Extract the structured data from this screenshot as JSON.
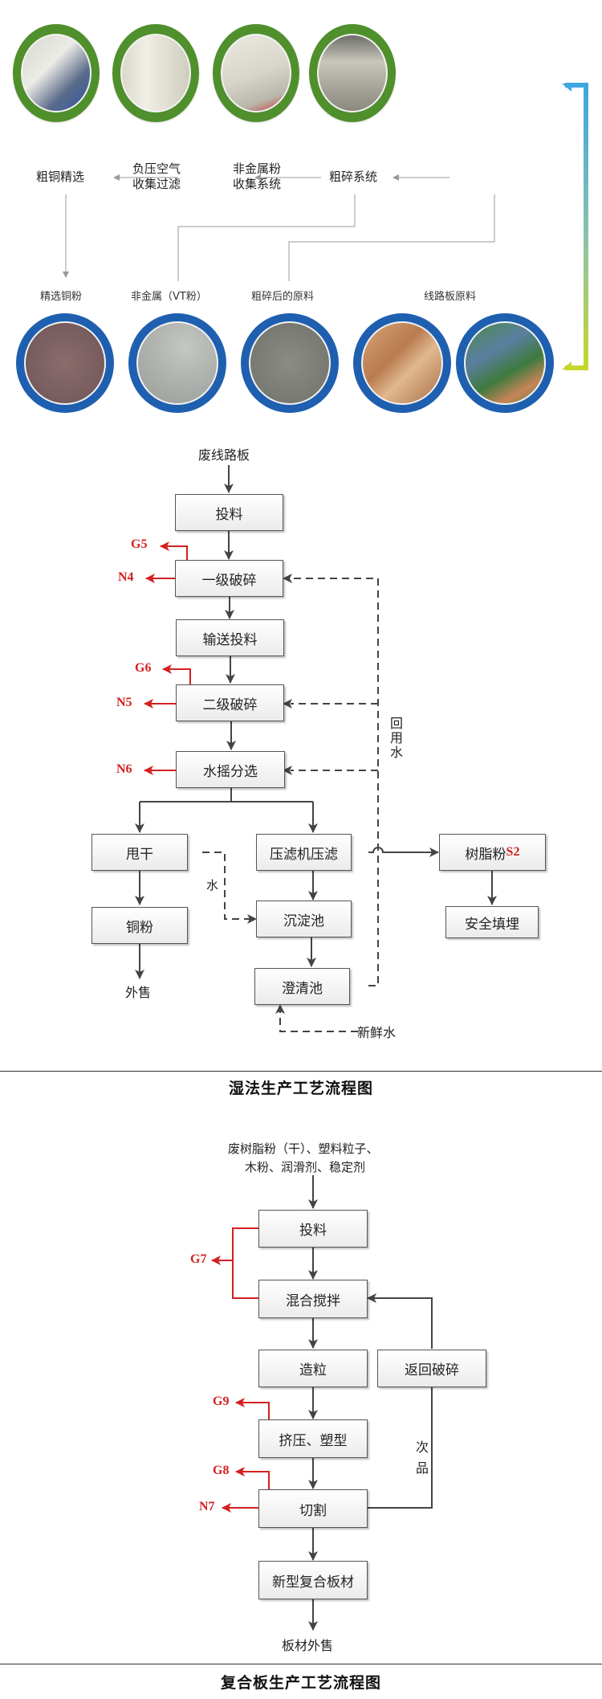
{
  "top_section": {
    "equipment": [
      {
        "label": "粗铜精选",
        "photo": "copper-refining-machine"
      },
      {
        "label": "负压空气\n收集过滤",
        "photo": "cyclone-filter"
      },
      {
        "label": "非金属粉\n收集系统",
        "photo": "powder-collector"
      },
      {
        "label": "粗碎系统",
        "photo": "coarse-crushing-system"
      }
    ],
    "materials": [
      {
        "label": "精选铜粉",
        "photo": "copper-powder"
      },
      {
        "label": "非金属（VT粉）",
        "photo": "nonmetal-powder"
      },
      {
        "label": "粗碎后的原料",
        "photo": "crushed-material"
      },
      {
        "label": "线路板原料",
        "photo": "pcb-scrap"
      }
    ],
    "colors": {
      "green_ring": "#7cb342",
      "blue_ring": "#1e63b8",
      "bracket_top": "#3ea6e0",
      "bracket_bottom": "#c6d62c"
    }
  },
  "wet_process": {
    "title": "湿法生产工艺流程图",
    "input": "废线路板",
    "steps": {
      "feed": "投料",
      "primary_crush": "一级破碎",
      "convey_feed": "输送投料",
      "secondary_crush": "二级破碎",
      "shaker_sort": "水摇分选",
      "spin_dry": "甩干",
      "filter_press": "压滤机压滤",
      "resin_powder": "树脂粉",
      "resin_code": "S2",
      "copper_powder": "铜粉",
      "sediment_tank": "沉淀池",
      "landfill": "安全填埋",
      "clarifier": "澄清池"
    },
    "outputs": {
      "copper_sale": "外售",
      "fresh_water": "新鲜水",
      "water": "水",
      "reuse_water": "回用水"
    },
    "emissions": {
      "g5": "G5",
      "n4": "N4",
      "g6": "G6",
      "n5": "N5",
      "n6": "N6"
    }
  },
  "composite_process": {
    "title": "复合板生产工艺流程图",
    "input_line1": "废树脂粉（干）、塑料粒子、",
    "input_line2": "木粉、润滑剂、稳定剂",
    "steps": {
      "feed": "投料",
      "mix": "混合搅拌",
      "granulate": "造粒",
      "return_crush": "返回破碎",
      "extrude": "挤压、塑型",
      "cut": "切割",
      "new_board": "新型复合板材"
    },
    "outputs": {
      "board_sale": "板材外售",
      "defect_1": "次",
      "defect_2": "品"
    },
    "emissions": {
      "g7": "G7",
      "g9": "G9",
      "g8": "G8",
      "n7": "N7"
    },
    "colors": {
      "emission": "#d42020",
      "line": "#444444"
    }
  }
}
